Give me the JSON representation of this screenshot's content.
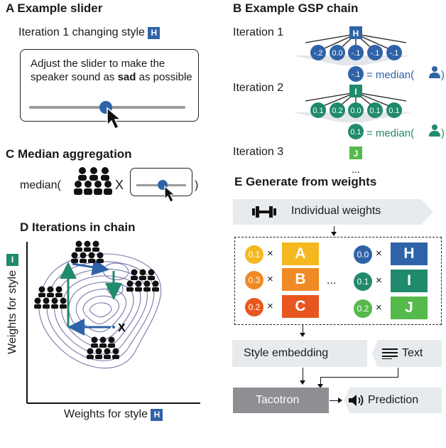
{
  "panelA": {
    "title": "A Example slider",
    "iteration_label": "Iteration 1 changing style",
    "badge": "H",
    "instruction_pre": "Adjust the slider to make the speaker sound as ",
    "instruction_bold": "sad",
    "instruction_post": " as possible"
  },
  "panelB": {
    "title": "B Example GSP chain",
    "iterations": [
      {
        "label": "Iteration 1",
        "badge": "H",
        "nodes": [
          "-.2",
          "0.0",
          "-.1",
          "-.1",
          "-.1"
        ],
        "median": "-.1",
        "median_label": "= median("
      },
      {
        "label": "Iteration 2",
        "badge": "I",
        "nodes": [
          "0.1",
          "0.2",
          "0.0",
          "0.1",
          "0.1"
        ],
        "median": "0.1",
        "median_label": "= median("
      },
      {
        "label": "Iteration 3",
        "badge": "J"
      }
    ],
    "ellipsis": "..."
  },
  "panelC": {
    "title": "C Median aggregation",
    "median_text": "median(",
    "times": "X",
    "close_paren": ")"
  },
  "panelD": {
    "title": "D Iterations in chain",
    "ylabel": "Weights for style",
    "ylabel_badge": "I",
    "xlabel": "Weights for style",
    "xlabel_badge": "H",
    "start_marker": "X"
  },
  "panelE": {
    "title": "E Generate from weights",
    "individual_weights": "Individual weights",
    "left_rows": [
      {
        "weight": "0.1",
        "style": "A",
        "weight_color": "#f5b820",
        "style_color": "#f5b820"
      },
      {
        "weight": "0.3",
        "style": "B",
        "weight_color": "#f08a24",
        "style_color": "#f08a24"
      },
      {
        "weight": "0.2",
        "style": "C",
        "weight_color": "#e8561f",
        "style_color": "#e8561f"
      }
    ],
    "right_rows": [
      {
        "weight": "0.0",
        "style": "H",
        "weight_color": "#2f63a8",
        "style_color": "#2f63a8"
      },
      {
        "weight": "0.1",
        "style": "I",
        "weight_color": "#1f8a6c",
        "style_color": "#1f8a6c"
      },
      {
        "weight": "0.2",
        "style": "J",
        "weight_color": "#55b94b",
        "style_color": "#55b94b"
      }
    ],
    "times": "×",
    "ellipsis": "...",
    "style_embedding": "Style embedding",
    "text": "Text",
    "tacotron": "Tacotron",
    "prediction": "Prediction"
  }
}
